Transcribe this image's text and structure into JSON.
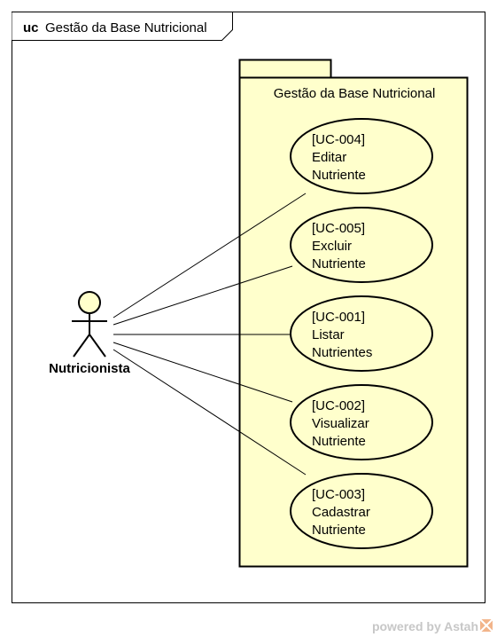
{
  "diagram": {
    "frame": {
      "keyword": "uc",
      "name": "Gestão da Base Nutricional"
    },
    "package": {
      "name": "Gestão da Base Nutricional"
    },
    "actor": {
      "name": "Nutricionista"
    },
    "use_cases": [
      {
        "id": "[UC-004]",
        "line1": "Editar",
        "line2": "Nutriente"
      },
      {
        "id": "[UC-005]",
        "line1": "Excluir",
        "line2": "Nutriente"
      },
      {
        "id": "[UC-001]",
        "line1": "Listar",
        "line2": "Nutrientes"
      },
      {
        "id": "[UC-002]",
        "line1": "Visualizar",
        "line2": "Nutriente"
      },
      {
        "id": "[UC-003]",
        "line1": "Cadastrar",
        "line2": "Nutriente"
      }
    ],
    "watermark": {
      "text": "powered by Astah"
    },
    "colors": {
      "fill": "#ffffcc",
      "stroke": "#000000",
      "watermark": "#c7c7c7"
    }
  }
}
